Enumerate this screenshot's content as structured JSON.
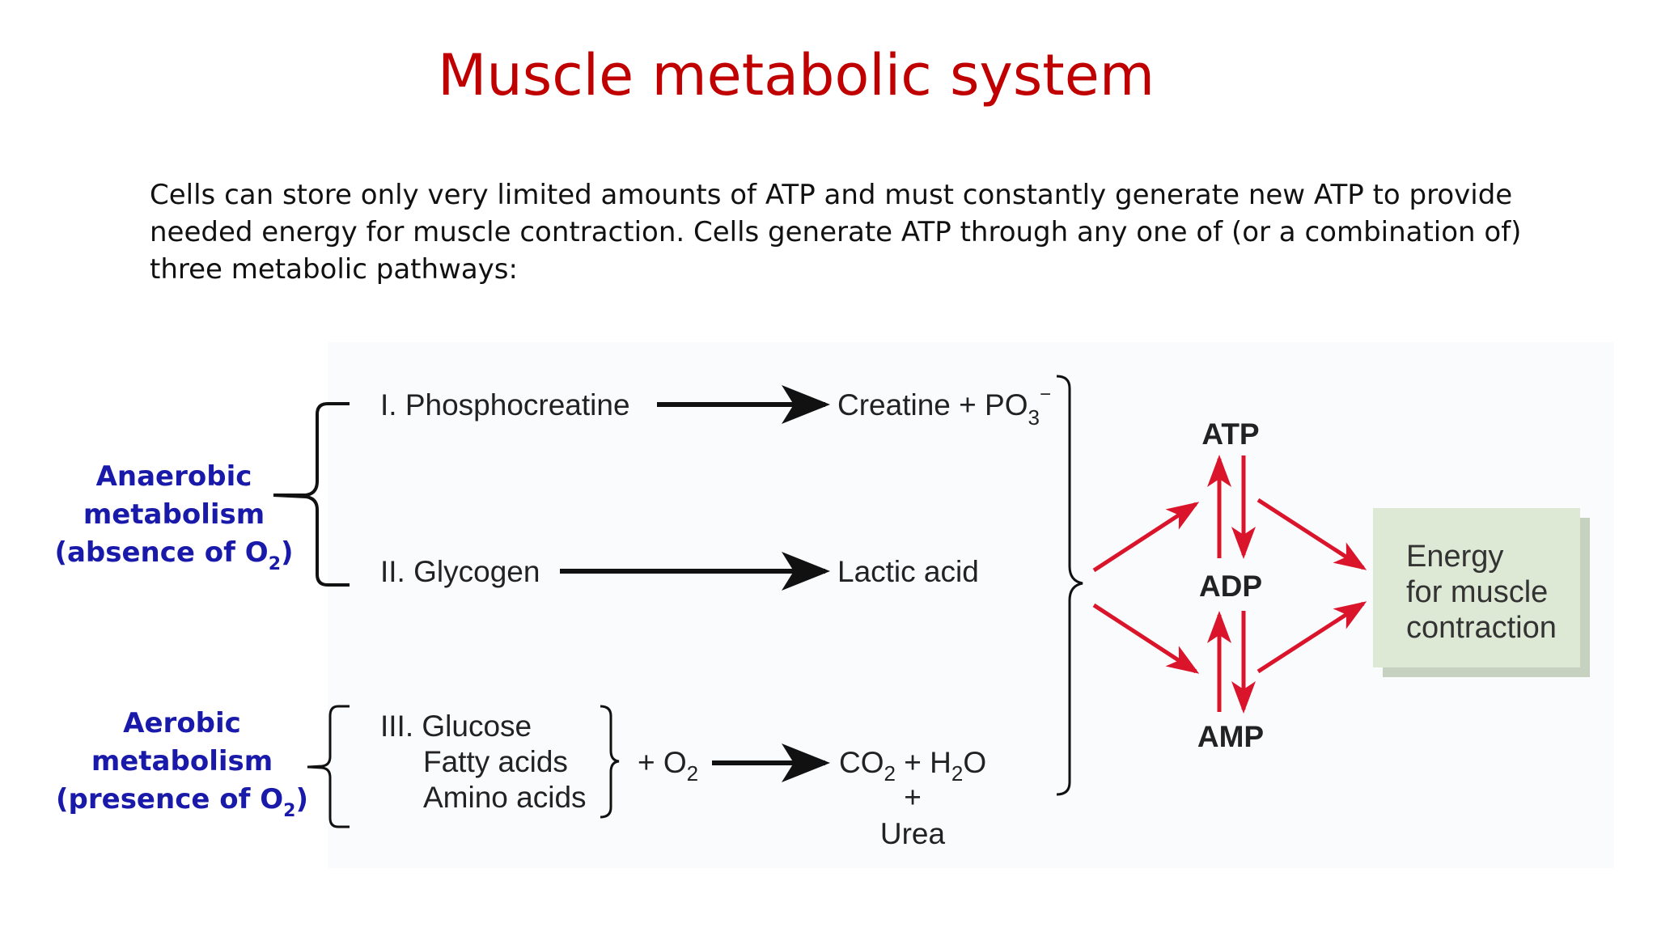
{
  "title": "Muscle metabolic system",
  "intro": "Cells can store only very limited amounts of ATP and must constantly generate new ATP to provide needed energy for muscle contraction. Cells generate ATP through any one of (or a combination of) three metabolic pathways:",
  "colors": {
    "title": "#c00000",
    "side_labels": "#1a1aaa",
    "red_arrows": "#d9142b",
    "energy_box": "#dde8d5"
  },
  "diagram": {
    "anaerobic": {
      "line1": "Anaerobic",
      "line2": "metabolism",
      "line3_prefix": "(absence of O",
      "line3_sub": "2",
      "line3_suffix": ")"
    },
    "aerobic": {
      "line1": "Aerobic",
      "line2": "metabolism",
      "line3_prefix": "(presence of O",
      "line3_sub": "2",
      "line3_suffix": ")"
    },
    "pathway1": {
      "source": "I. Phosphocreatine",
      "product_prefix": "Creatine + PO",
      "product_sub": "3",
      "product_sup": "−"
    },
    "pathway2": {
      "source": "II. Glycogen",
      "product": "Lactic acid"
    },
    "pathway3": {
      "source_line1": "III. Glucose",
      "source_line2": "Fatty acids",
      "source_line3": "Amino acids",
      "reagent_prefix": "+ O",
      "reagent_sub": "2",
      "product_co2_prefix": "CO",
      "product_co2_sub": "2",
      "product_plus": " + H",
      "product_h2o_sub": "2",
      "product_h2o_suffix": "O",
      "plus": "+",
      "urea": "Urea"
    },
    "nucleotides": {
      "atp": "ATP",
      "adp": "ADP",
      "amp": "AMP"
    },
    "energy_box": {
      "line1": "Energy",
      "line2": "for muscle",
      "line3": "contraction"
    }
  }
}
